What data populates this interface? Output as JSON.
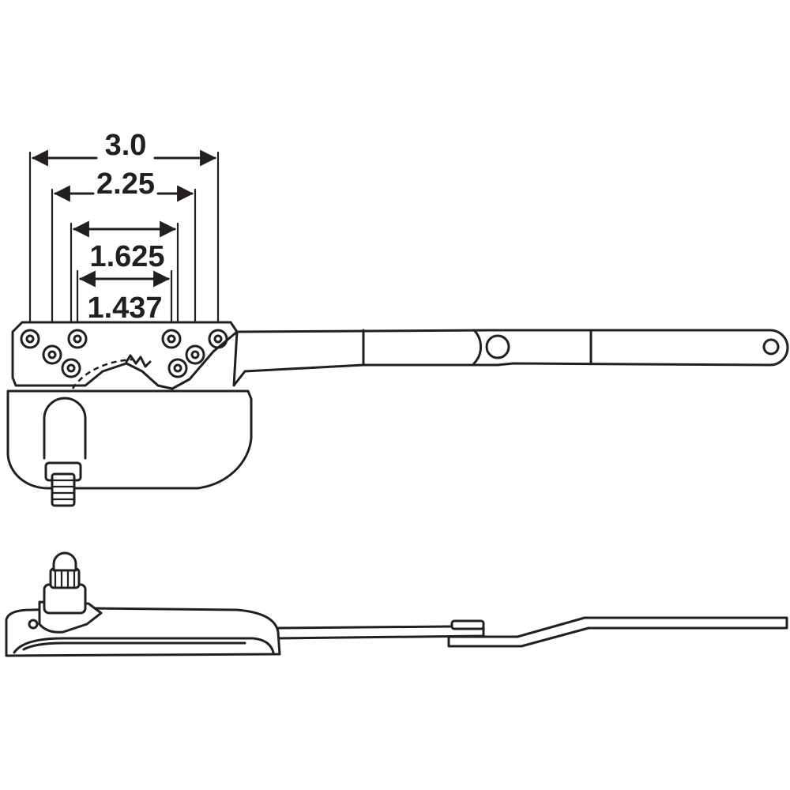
{
  "dimensions": [
    {
      "label": "3.0"
    },
    {
      "label": "2.25"
    },
    {
      "label": "1.625"
    },
    {
      "label": "1.437"
    }
  ],
  "colors": {
    "line": "#231f20",
    "background": "#ffffff"
  }
}
